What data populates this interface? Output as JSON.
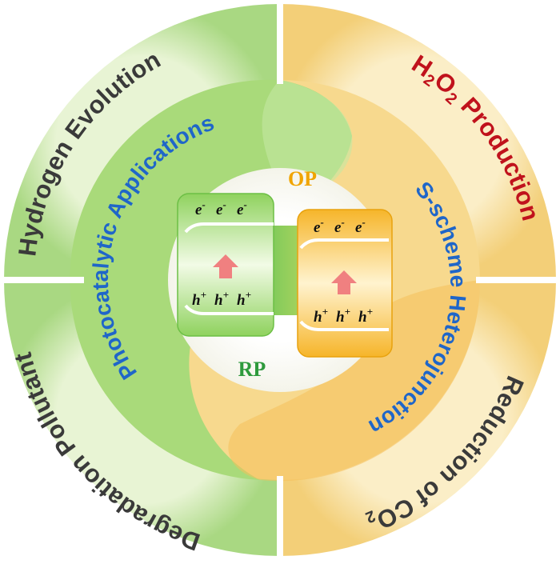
{
  "outer_ring": {
    "top_left": "Hydrogen Evolution",
    "top_right_main": "H",
    "top_right_sub1": "2",
    "top_right_mid": "O",
    "top_right_sub2": "2",
    "top_right_tail": " Production",
    "bottom_right_main": "Reduction of CO",
    "bottom_right_sub": "2",
    "bottom_left": "Degradation Pollutant"
  },
  "inner_ring": {
    "left": "Photocatalytic Applications",
    "right": "S-scheme Heterojunction"
  },
  "center": {
    "op_label": "OP",
    "rp_label": "RP",
    "electron": "e",
    "electron_sign": "-",
    "hole": "h",
    "hole_sign": "+"
  },
  "colors": {
    "outer_green": "#b7de8c",
    "outer_orange": "#f7d17c",
    "inner_green": "#9fd673",
    "inner_orange": "#f6bb45",
    "text_dark": "#3a3a3a",
    "text_red": "#c0121c",
    "text_blue": "#1f66c9",
    "op_color": "#f0a400",
    "rp_color": "#2e9a3d",
    "arrow": "#f08080"
  }
}
